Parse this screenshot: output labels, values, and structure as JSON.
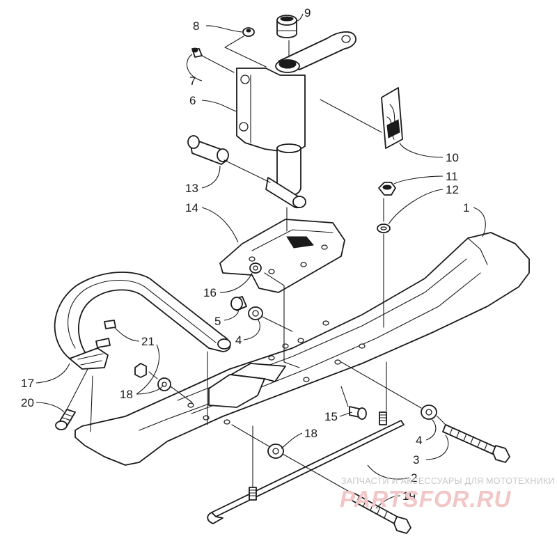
{
  "callouts": [
    "1",
    "2",
    "3",
    "4",
    "4",
    "5",
    "6",
    "7",
    "8",
    "9",
    "10",
    "11",
    "12",
    "13",
    "14",
    "15",
    "16",
    "17",
    "18",
    "18",
    "19",
    "20",
    "21"
  ],
  "watermark": {
    "tagline": "ЗАПЧАСТИ И АКСЕССУАРЫ ДЛЯ МОТОТЕХНИКИ",
    "brand": "PARTSFOR.RU",
    "brand_color": "#f2c6c6"
  }
}
